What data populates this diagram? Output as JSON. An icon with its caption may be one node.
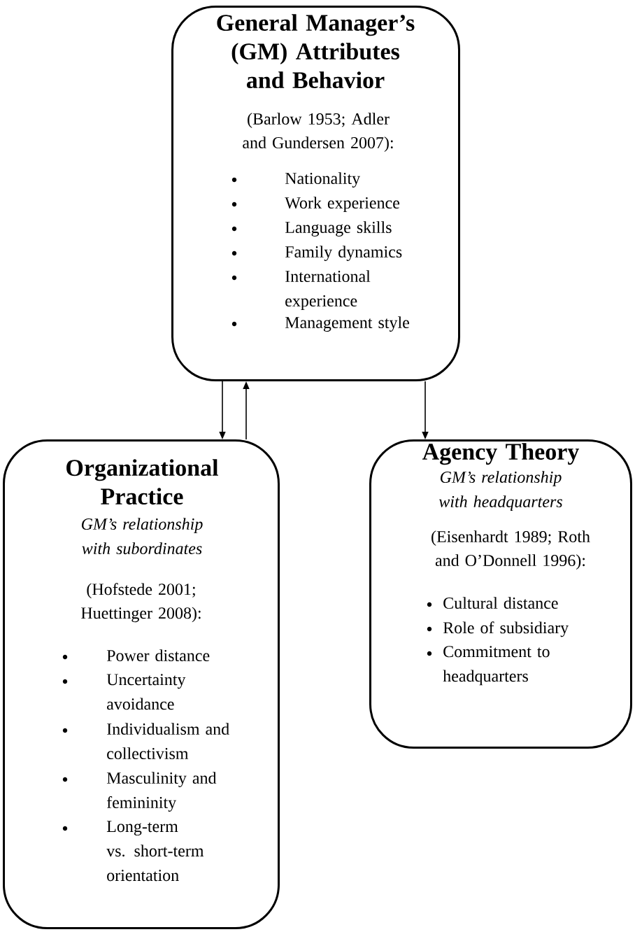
{
  "diagram": {
    "nodes": [
      {
        "text": [
          "General Manager’s (GM) Attributes and Behavior",
          "(Barlow 1953; Adler and Gundersen 2007):",
          "Nationality",
          "Work experience",
          "Language skills",
          "Family dynamics",
          "International experience",
          "Management style"
        ]
      },
      {
        "text": [
          "Organizational Practice",
          "GM’s relationship with subordinates",
          "(Hofstede 2001; Huettinger 2008):",
          "Power distance",
          "Uncertainty avoidance",
          "Individualism and collectivism",
          "Masculinity and femininity",
          "Long-term vs. short-term orientation"
        ]
      },
      {
        "text": [
          "Agency Theory",
          "GM’s relationship with headquarters",
          "(Eisenhardt 1989; Roth and O’Donnell 1996):",
          "Cultural distance",
          "Role of subsidiary",
          "Commitment to headquarters"
        ]
      }
    ],
    "edges": [
      {
        "from": 0,
        "to": 1,
        "arrow": "to"
      },
      {
        "from": 1,
        "to": 0,
        "arrow": "to"
      },
      {
        "from": 0,
        "to": 2,
        "arrow": "to"
      }
    ]
  }
}
